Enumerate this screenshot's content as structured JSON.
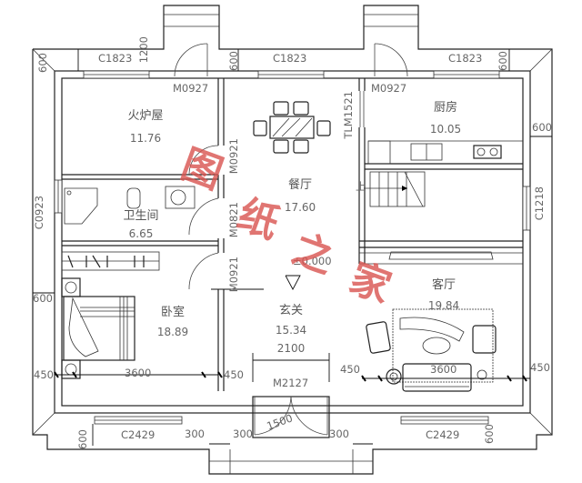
{
  "rooms": {
    "fireplace_room": {
      "name": "火炉屋",
      "area": "11.76"
    },
    "kitchen": {
      "name": "厨房",
      "area": "10.05"
    },
    "dining": {
      "name": "餐厅",
      "area": "17.60"
    },
    "bathroom": {
      "name": "卫生间",
      "area": "6.65"
    },
    "bedroom": {
      "name": "卧室",
      "area": "18.89"
    },
    "foyer": {
      "name": "玄关",
      "area": "15.34"
    },
    "living": {
      "name": "客厅",
      "area": "19.84"
    }
  },
  "windows": {
    "top_left": "C1823",
    "top_middle": "C1823",
    "top_right": "C1823",
    "left_side": "C0923",
    "right_side": "C1218",
    "bottom_left": "C2429",
    "bottom_right": "C2429"
  },
  "doors": {
    "top_left": "M0927",
    "top_right": "M0927",
    "dining_left_upper": "M0921",
    "dining_left_middle": "M0821",
    "dining_left_lower": "M0921",
    "sliding": "TLM1521",
    "entrance": "M2127"
  },
  "dimensions": {
    "top_left_600": "600",
    "top_1200": "1200",
    "top_mid_600": "600",
    "top_right_600": "600",
    "right_600": "600",
    "left_600": "600",
    "left_450": "450",
    "bedroom_width": "3600",
    "mid_left_450": "450",
    "foyer_2100": "2100",
    "mid_right_450": "450",
    "living_width": "3600",
    "right_450": "450",
    "bottom_left_600": "600",
    "bottom_300_a": "300",
    "bottom_300_b": "300",
    "bottom_300_c": "300",
    "door_1500": "1500",
    "bottom_right_600": "600"
  },
  "level": "±0.000",
  "stair_label": "上",
  "watermark": [
    "图",
    "纸",
    "之",
    "家"
  ],
  "colors": {
    "watermark": "#d9534f",
    "lines": "#222222",
    "text": "#555555"
  }
}
